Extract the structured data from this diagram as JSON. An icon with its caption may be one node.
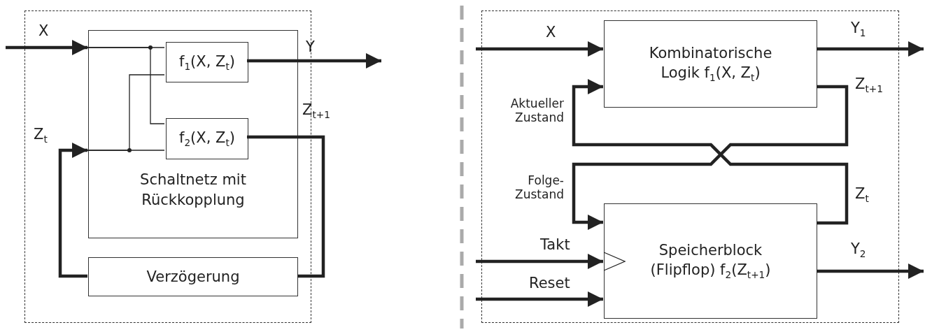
{
  "diagram": {
    "nodes": [
      {
        "text": [],
        "shape": "box"
      },
      {
        "text": [
          "Schaltnetz mit Rückkopplung"
        ],
        "in": 0
      },
      {
        "text": [
          "f$_{1}$(X, Z$_{t}$)"
        ],
        "in": 1
      },
      {
        "text": [
          "f$_{2}$(X, Z$_{t}$)"
        ],
        "in": 1
      },
      {
        "text": [
          "Verzögerung"
        ],
        "in": 0
      },
      {
        "text": [],
        "shape": "box"
      },
      {
        "text": [
          "Kombinatorische Logik  f$_{1}$(X, Z$_{t}$)"
        ],
        "in": 5
      },
      {
        "text": [
          "Speicherblock (Flipflop) f$_{2}$(Z$_{t+1}$)"
        ],
        "in": 5
      }
    ],
    "edges": [
      {
        "from": null,
        "to": 1,
        "arrow": "to",
        "label": "X"
      },
      {
        "from": 1,
        "to": 2,
        "arrow": "none"
      },
      {
        "from": 1,
        "to": 3,
        "arrow": "none"
      },
      {
        "from": 1,
        "to": 2,
        "arrow": "none"
      },
      {
        "from": 1,
        "to": 3,
        "arrow": "none"
      },
      {
        "from": 2,
        "to": null,
        "arrow": "to",
        "label": "Y"
      },
      {
        "from": 3,
        "to": 4,
        "arrow": "none",
        "label": "Z$_{t+1}$"
      },
      {
        "from": 4,
        "to": 1,
        "arrow": "to",
        "label": "Z$_{t}$"
      },
      {
        "from": null,
        "to": 6,
        "arrow": "to",
        "label": "X"
      },
      {
        "from": 6,
        "to": null,
        "arrow": "to",
        "label": "Y$_{1}$"
      },
      {
        "from": 6,
        "to": 7,
        "arrow": "to",
        "label": "Z$_{t+1}$"
      },
      {
        "from": 7,
        "to": 6,
        "arrow": "to",
        "label": "Z$_{t}$"
      },
      {
        "from": null,
        "to": 7,
        "arrow": "to",
        "label": "Takt"
      },
      {
        "from": null,
        "to": 7,
        "arrow": "to",
        "label": "Reset"
      },
      {
        "from": 7,
        "to": null,
        "arrow": "to",
        "label": "Y$_{2}$"
      }
    ],
    "labels": [
      "Aktueller Zustand",
      "Folge- Zustand"
    ]
  }
}
